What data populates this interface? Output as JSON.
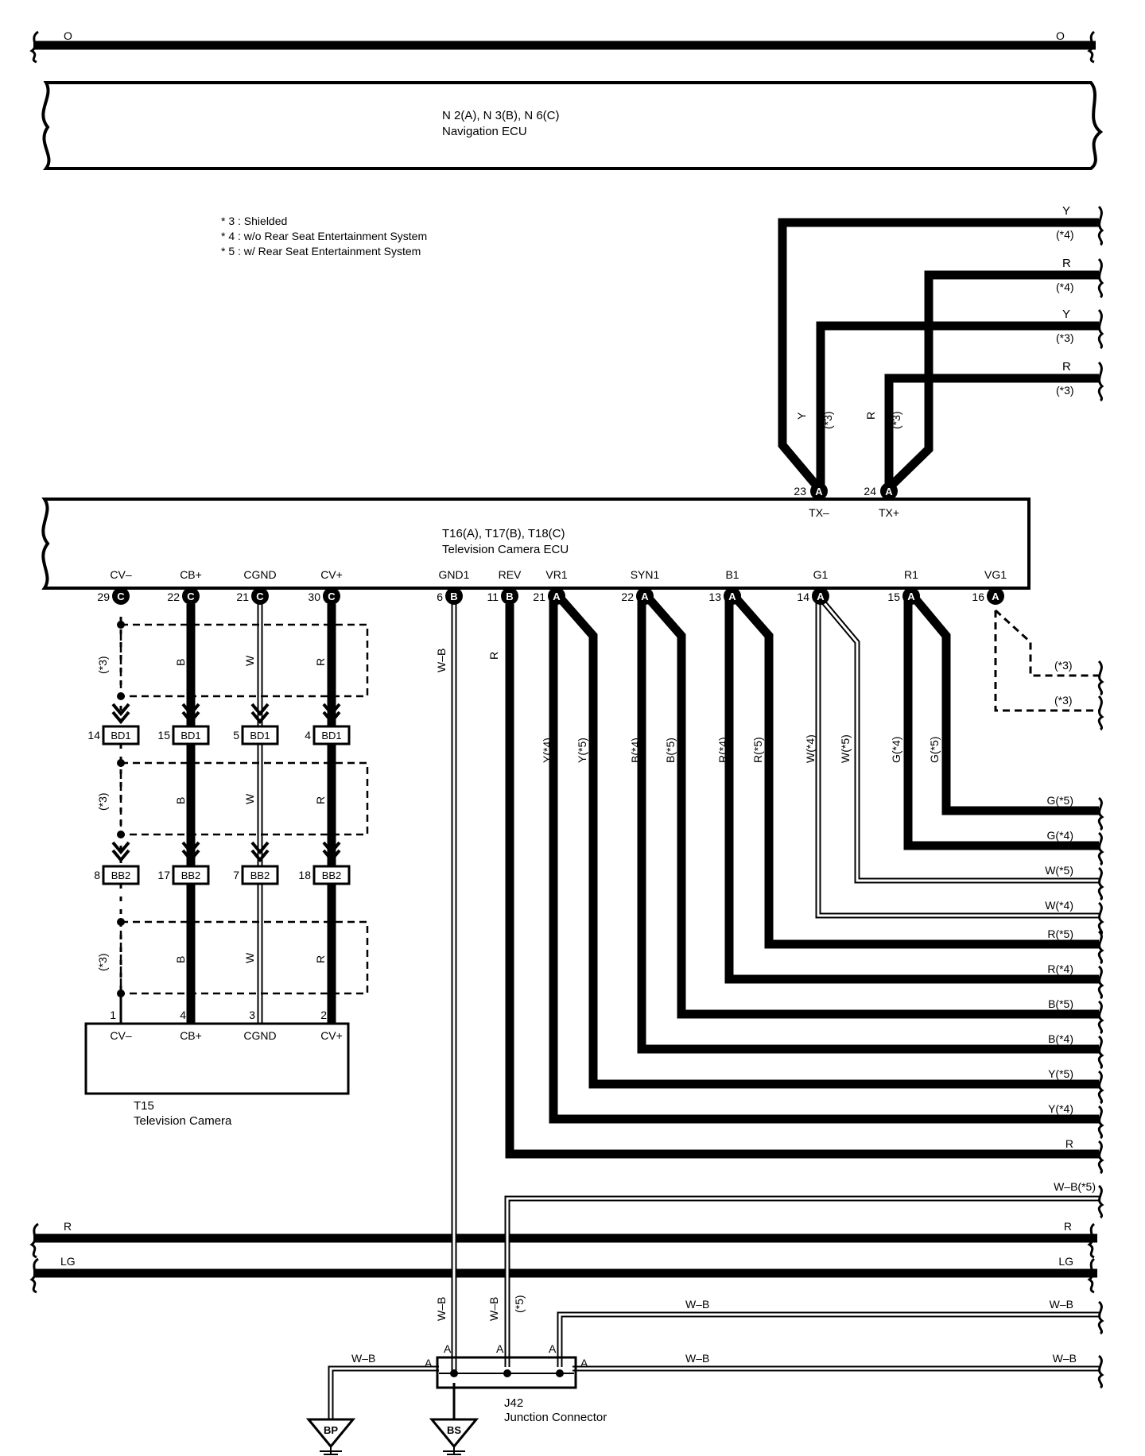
{
  "top_bus": {
    "left_label": "O",
    "right_label": "O"
  },
  "navigation_ecu": {
    "code": "N 2(A), N 3(B), N 6(C)",
    "name": "Navigation ECU"
  },
  "notes": [
    "* 3 : Shielded",
    "* 4 : w/o Rear Seat Entertainment System",
    "* 5 : w/ Rear Seat Entertainment System"
  ],
  "tv_camera_ecu": {
    "code": "T16(A), T17(B), T18(C)",
    "name": "Television Camera ECU",
    "top_pins": [
      {
        "num": "23",
        "conn": "A",
        "name": "TX–"
      },
      {
        "num": "24",
        "conn": "A",
        "name": "TX+"
      }
    ],
    "bottom_pins": [
      {
        "num": "29",
        "conn": "C",
        "name": "CV–"
      },
      {
        "num": "22",
        "conn": "C",
        "name": "CB+"
      },
      {
        "num": "21",
        "conn": "C",
        "name": "CGND"
      },
      {
        "num": "30",
        "conn": "C",
        "name": "CV+"
      },
      {
        "num": "6",
        "conn": "B",
        "name": "GND1"
      },
      {
        "num": "11",
        "conn": "B",
        "name": "REV"
      },
      {
        "num": "21",
        "conn": "A",
        "name": "VR1"
      },
      {
        "num": "22",
        "conn": "A",
        "name": "SYN1"
      },
      {
        "num": "13",
        "conn": "A",
        "name": "B1"
      },
      {
        "num": "14",
        "conn": "A",
        "name": "G1"
      },
      {
        "num": "15",
        "conn": "A",
        "name": "R1"
      },
      {
        "num": "16",
        "conn": "A",
        "name": "VG1"
      }
    ]
  },
  "tx_wires": {
    "right_labels": [
      {
        "color": "Y",
        "note": "(*4)"
      },
      {
        "color": "R",
        "note": "(*4)"
      },
      {
        "color": "Y",
        "note": "(*3)"
      },
      {
        "color": "R",
        "note": "(*3)"
      }
    ],
    "vertical_labels": [
      {
        "color": "Y",
        "note": "(*3)"
      },
      {
        "color": "R",
        "note": "(*3)"
      }
    ]
  },
  "vg1_shield_labels": [
    "(*3)",
    "(*3)"
  ],
  "signal_vertical_labels": [
    "Y(*4)",
    "Y(*5)",
    "B(*4)",
    "B(*5)",
    "R(*4)",
    "R(*5)",
    "W(*4)",
    "W(*5)",
    "G(*4)",
    "G(*5)"
  ],
  "right_side_labels": [
    "G(*5)",
    "G(*4)",
    "W(*5)",
    "W(*4)",
    "R(*5)",
    "R(*4)",
    "B(*5)",
    "B(*4)",
    "Y(*5)",
    "Y(*4)",
    "R",
    "W–B(*5)"
  ],
  "camera_wires": {
    "shield_note": "(*3)",
    "colors": [
      "B",
      "W",
      "R"
    ],
    "bd1": {
      "name": "BD1",
      "pins": [
        "14",
        "15",
        "5",
        "4"
      ]
    },
    "bb2": {
      "name": "BB2",
      "pins": [
        "8",
        "17",
        "7",
        "18"
      ]
    }
  },
  "television_camera": {
    "code": "T15",
    "name": "Television Camera",
    "pins": [
      {
        "num": "1",
        "name": "CV–"
      },
      {
        "num": "4",
        "name": "CB+"
      },
      {
        "num": "3",
        "name": "CGND"
      },
      {
        "num": "2",
        "name": "CV+"
      }
    ]
  },
  "gnd_wire_label": "W–B",
  "rev_wire_label": "R",
  "bus_r": {
    "left": "R",
    "right": "R"
  },
  "bus_lg": {
    "left": "LG",
    "right": "LG"
  },
  "ground_wires": {
    "vert_wb_1": "W–B",
    "vert_wb_2": "W–B",
    "vert_note": "(*5)",
    "upper_wb_mid": "W–B",
    "upper_wb_right": "W–B",
    "lower_wb_left": "W–B",
    "lower_wb_mid": "W–B",
    "lower_wb_right": "W–B"
  },
  "junction": {
    "code": "J42",
    "name": "Junction Connector",
    "pin_label": "A"
  },
  "grounds": [
    "BP",
    "BS"
  ]
}
